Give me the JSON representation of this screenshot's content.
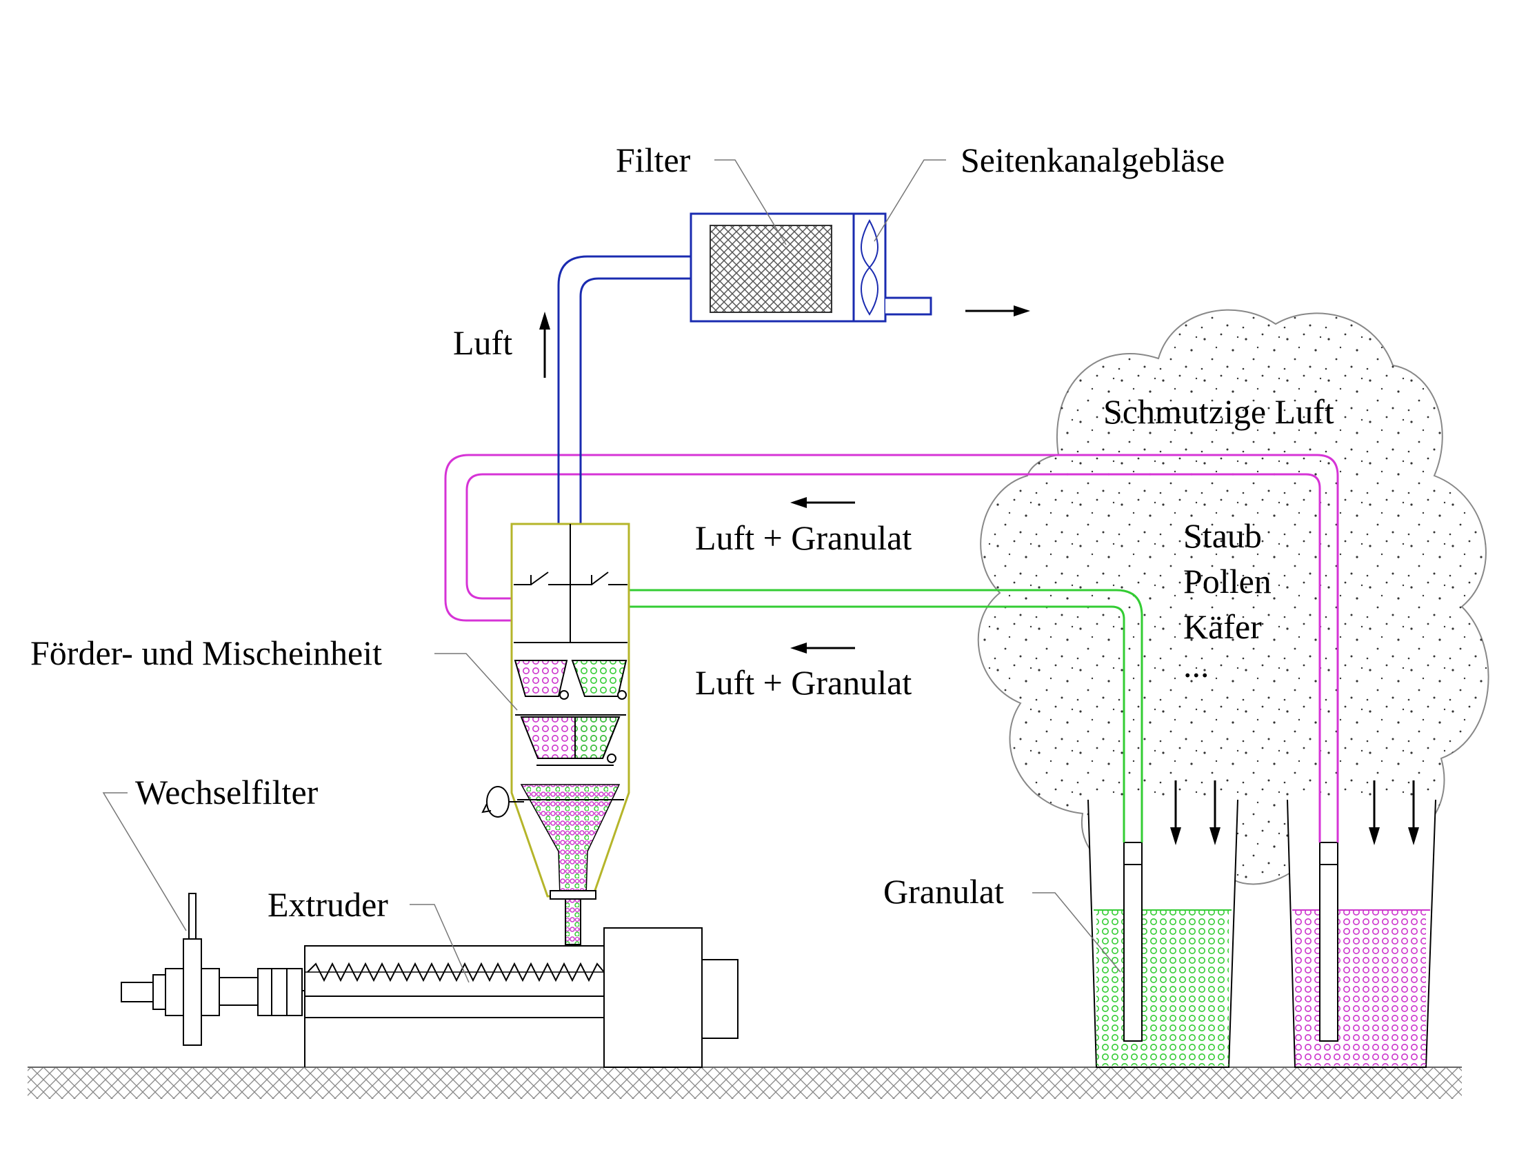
{
  "labels": {
    "filter": "Filter",
    "blower": "Seitenkanalgebläse",
    "air_up": "Luft",
    "dirty_air": "Schmutzige Luft",
    "air_granulate_top": "Luft + Granulat",
    "air_granulate_bottom": "Luft + Granulat",
    "contaminants": [
      "Staub",
      "Pollen",
      "Käfer",
      "..."
    ],
    "conveying_unit": "Förder- und Mischeinheit",
    "change_filter": "Wechselfilter",
    "extruder": "Extruder",
    "granulate": "Granulat"
  },
  "colors": {
    "air_line": "#1a2bb0",
    "magenta_line": "#d633d6",
    "green_line": "#33cc33",
    "hopper_outline": "#b5b52a",
    "magenta_granulate": "#cc33cc",
    "green_granulate": "#33cc33",
    "cloud_fill": "#f2f2f2",
    "ground_hatch": "#888888"
  },
  "icons": [
    "fan-icon",
    "arrow-right-icon",
    "arrow-up-icon",
    "arrow-left-icon",
    "arrow-down-icon",
    "rotation-icon"
  ]
}
